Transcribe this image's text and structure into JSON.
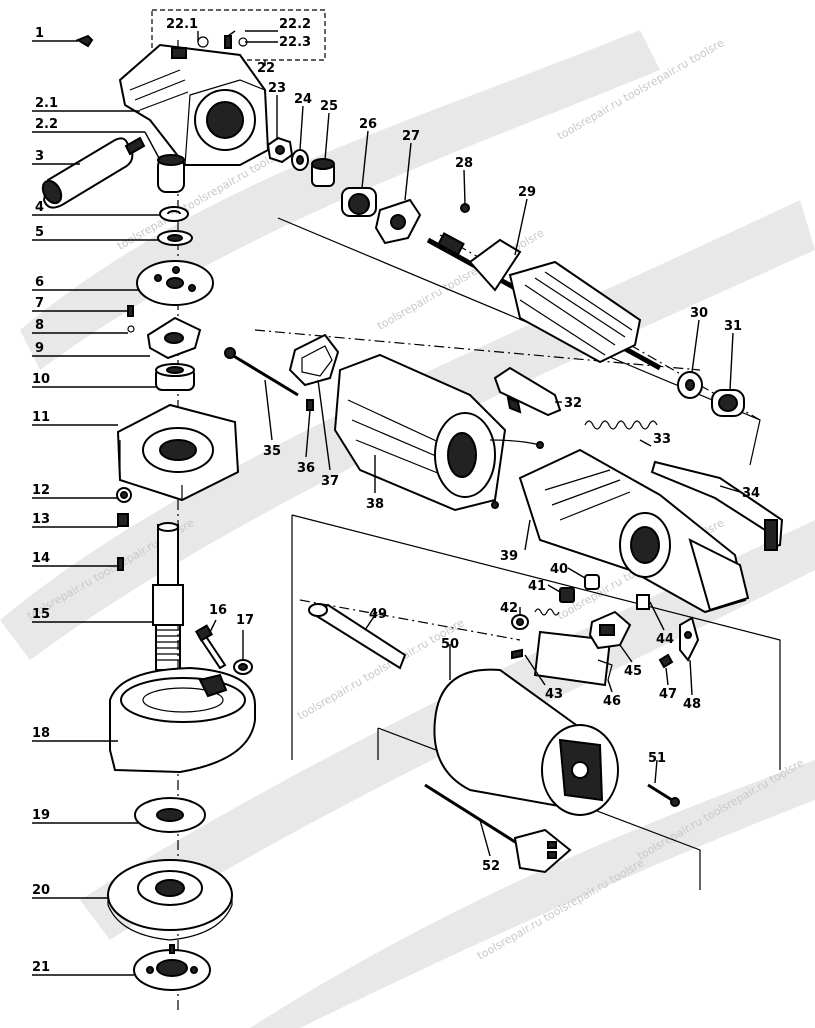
{
  "watermark": {
    "text": "toolsrepair.ru toolsrepair.ru toolsre"
  },
  "labels": [
    {
      "id": "1",
      "text": "1"
    },
    {
      "id": "2.1",
      "text": "2.1"
    },
    {
      "id": "2.2",
      "text": "2.2"
    },
    {
      "id": "3",
      "text": "3"
    },
    {
      "id": "4",
      "text": "4"
    },
    {
      "id": "5",
      "text": "5"
    },
    {
      "id": "6",
      "text": "6"
    },
    {
      "id": "7",
      "text": "7"
    },
    {
      "id": "8",
      "text": "8"
    },
    {
      "id": "9",
      "text": "9"
    },
    {
      "id": "10",
      "text": "10"
    },
    {
      "id": "11",
      "text": "11"
    },
    {
      "id": "12",
      "text": "12"
    },
    {
      "id": "13",
      "text": "13"
    },
    {
      "id": "14",
      "text": "14"
    },
    {
      "id": "15",
      "text": "15"
    },
    {
      "id": "16",
      "text": "16"
    },
    {
      "id": "17",
      "text": "17"
    },
    {
      "id": "18",
      "text": "18"
    },
    {
      "id": "19",
      "text": "19"
    },
    {
      "id": "20",
      "text": "20"
    },
    {
      "id": "21",
      "text": "21"
    },
    {
      "id": "22",
      "text": "22"
    },
    {
      "id": "22.1",
      "text": "22.1"
    },
    {
      "id": "22.2",
      "text": "22.2"
    },
    {
      "id": "22.3",
      "text": "22.3"
    },
    {
      "id": "23",
      "text": "23"
    },
    {
      "id": "24",
      "text": "24"
    },
    {
      "id": "25",
      "text": "25"
    },
    {
      "id": "26",
      "text": "26"
    },
    {
      "id": "27",
      "text": "27"
    },
    {
      "id": "28",
      "text": "28"
    },
    {
      "id": "29",
      "text": "29"
    },
    {
      "id": "30",
      "text": "30"
    },
    {
      "id": "31",
      "text": "31"
    },
    {
      "id": "32",
      "text": "32"
    },
    {
      "id": "33",
      "text": "33"
    },
    {
      "id": "34",
      "text": "34"
    },
    {
      "id": "35",
      "text": "35"
    },
    {
      "id": "36",
      "text": "36"
    },
    {
      "id": "37",
      "text": "37"
    },
    {
      "id": "38",
      "text": "38"
    },
    {
      "id": "39",
      "text": "39"
    },
    {
      "id": "40",
      "text": "40"
    },
    {
      "id": "41",
      "text": "41"
    },
    {
      "id": "42",
      "text": "42"
    },
    {
      "id": "43",
      "text": "43"
    },
    {
      "id": "44",
      "text": "44"
    },
    {
      "id": "45",
      "text": "45"
    },
    {
      "id": "46",
      "text": "46"
    },
    {
      "id": "47",
      "text": "47"
    },
    {
      "id": "48",
      "text": "48"
    },
    {
      "id": "49",
      "text": "49"
    },
    {
      "id": "50",
      "text": "50"
    },
    {
      "id": "51",
      "text": "51"
    },
    {
      "id": "52",
      "text": "52"
    }
  ]
}
